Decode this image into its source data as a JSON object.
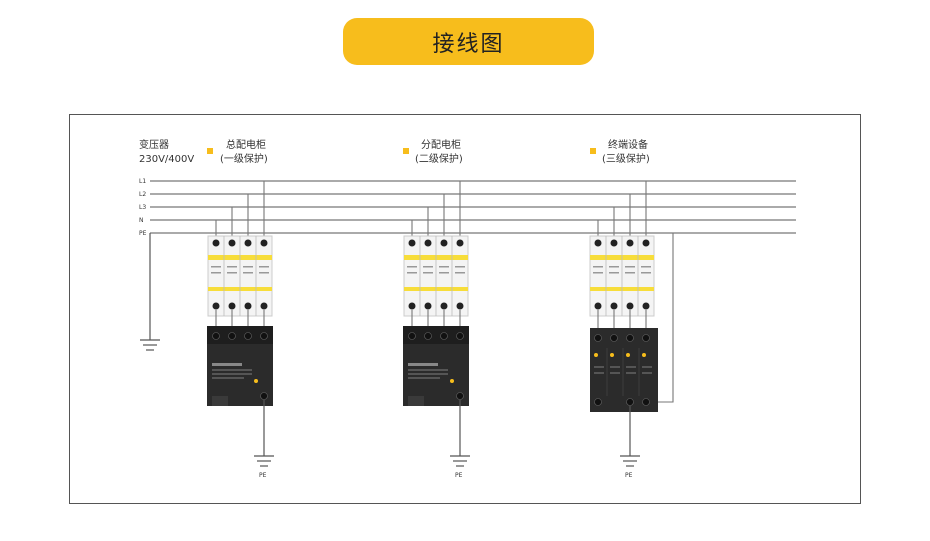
{
  "header": {
    "title": "接线图"
  },
  "source": {
    "line1": "变压器",
    "line2": "230V/400V"
  },
  "cabinets": [
    {
      "name": "总配电柜",
      "level": "(一级保护)"
    },
    {
      "name": "分配电柜",
      "level": "(二级保护)"
    },
    {
      "name": "终端设备",
      "level": "(三级保护)"
    }
  ],
  "lines": [
    "L1",
    "L2",
    "L3",
    "N",
    "PE"
  ],
  "ground_labels": [
    "PE",
    "PE",
    "PE"
  ],
  "colors": {
    "accent": "#f7bd1c",
    "wire": "#666666",
    "device": "#2b2b2b"
  }
}
